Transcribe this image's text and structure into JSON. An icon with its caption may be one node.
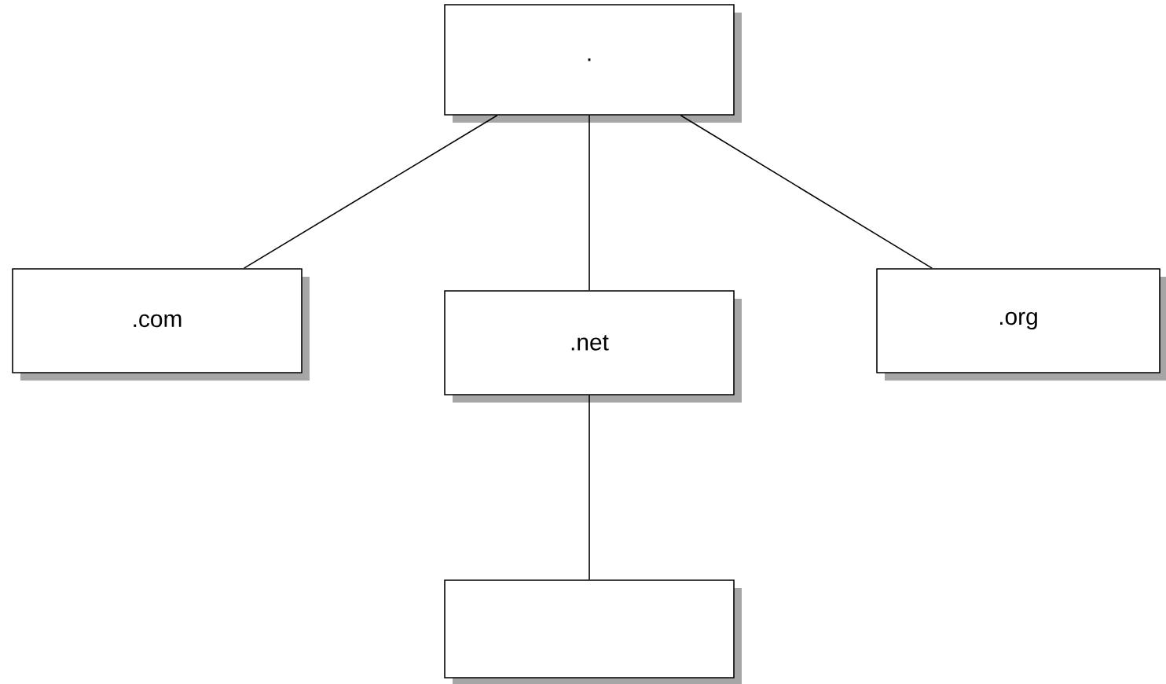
{
  "diagram": {
    "nodes": [
      {
        "text": [
          "."
        ]
      },
      {
        "text": [
          ".com"
        ]
      },
      {
        "text": [
          ".net"
        ]
      },
      {
        "text": [
          ".org"
        ]
      },
      {
        "text": [],
        "shape": "box"
      }
    ],
    "edges": [
      {
        "from": 0,
        "to": 1,
        "arrow": "none"
      },
      {
        "from": 0,
        "to": 2,
        "arrow": "none"
      },
      {
        "from": 0,
        "to": 3,
        "arrow": "none"
      },
      {
        "from": 2,
        "to": 4,
        "arrow": "none"
      }
    ]
  }
}
